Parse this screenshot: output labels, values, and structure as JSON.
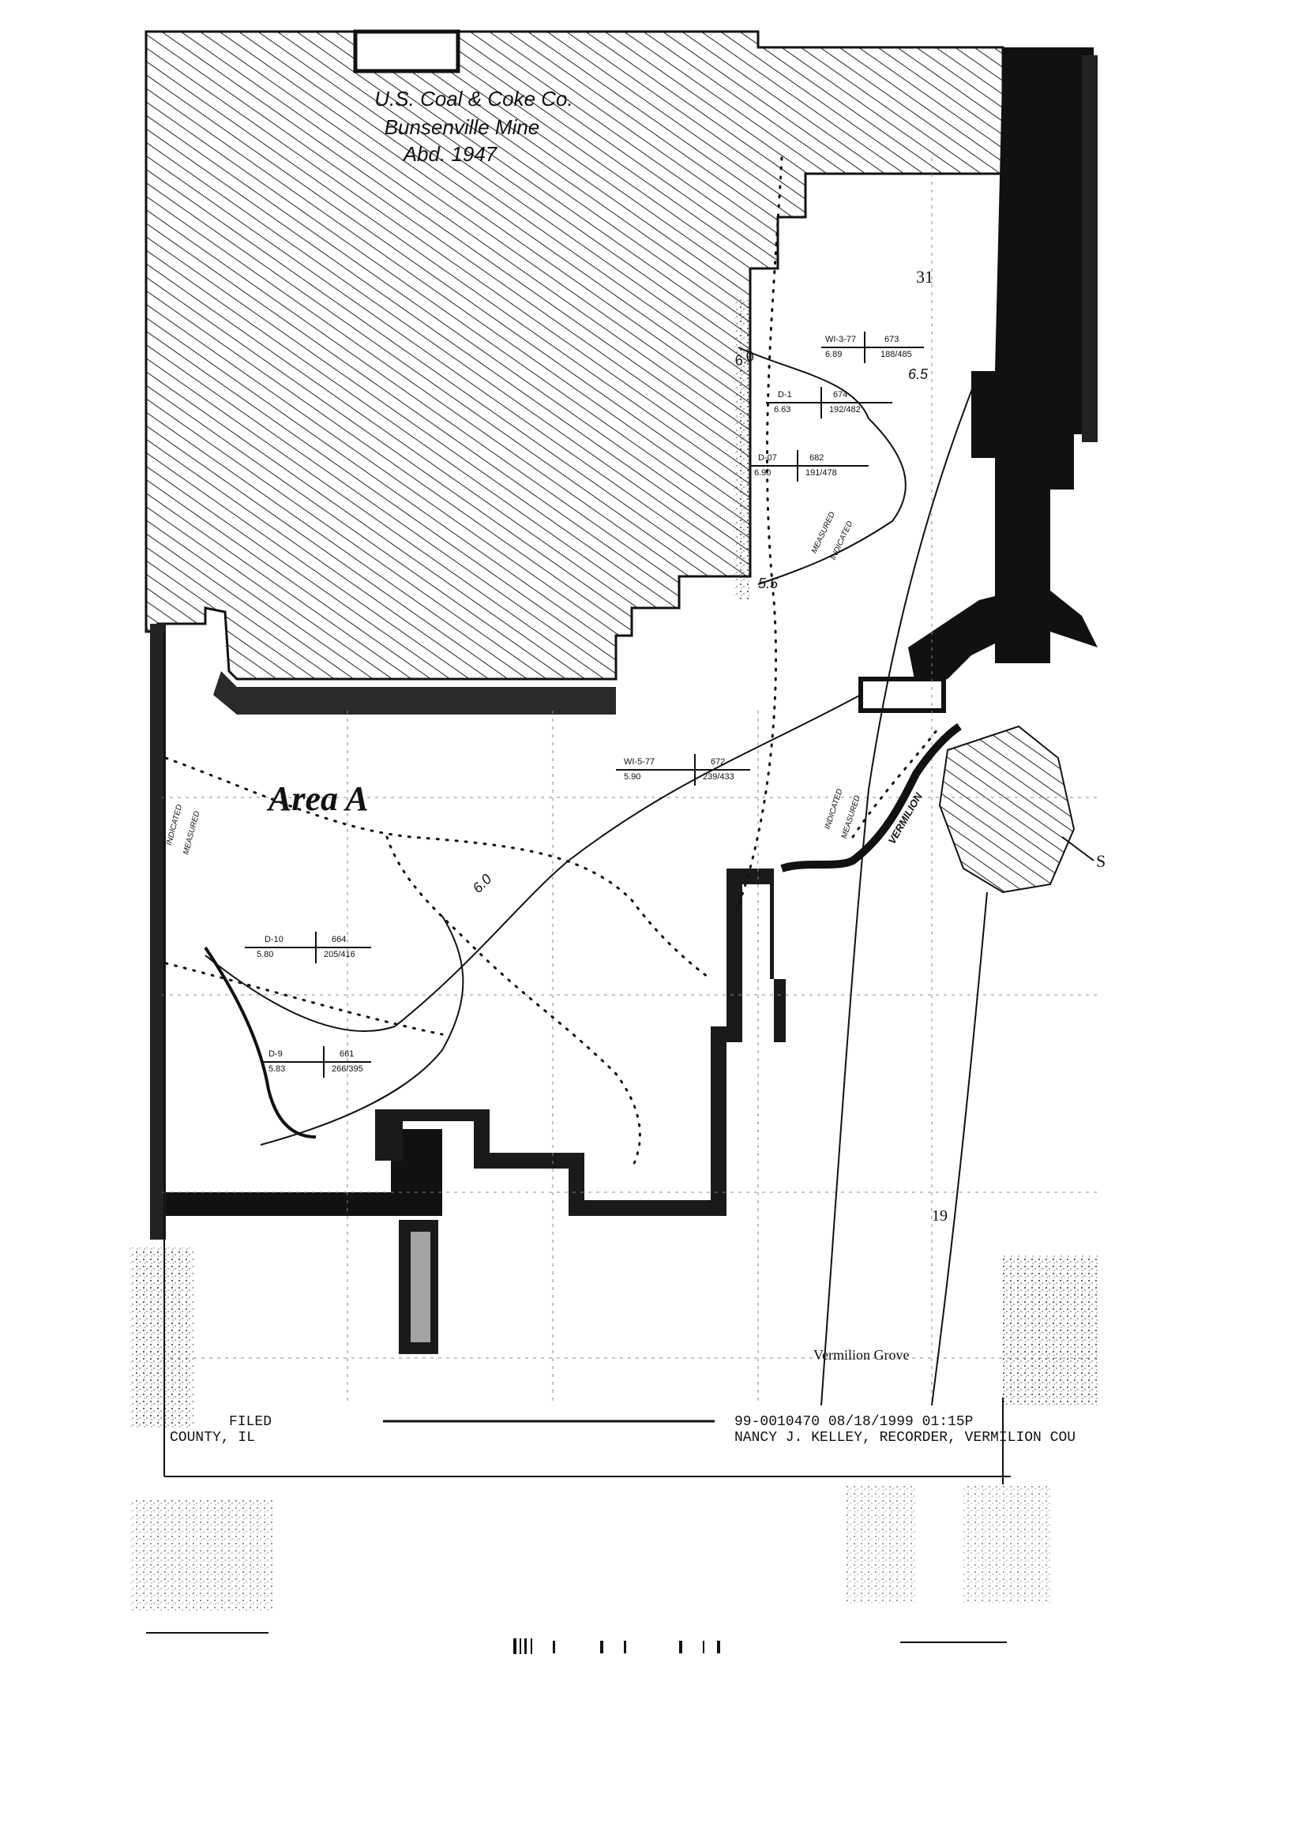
{
  "map": {
    "mine_label": [
      "U.S. Coal & Coke Co.",
      "Bunsenville Mine",
      "Abd. 1947"
    ],
    "area_label": "Area A",
    "contours": [
      "6.0",
      "6.5",
      "5.5",
      "6.0"
    ],
    "zones": [
      "INDICATED",
      "MEASURED"
    ],
    "river_label": "VERMILION",
    "town_label": "Vermilion Grove",
    "section_numbers": [
      "31",
      "19"
    ],
    "edge_letter": "S",
    "drill_holes": [
      {
        "id": "WI-3-77",
        "thickness": "6.89",
        "elev": "673",
        "depth": "188/485"
      },
      {
        "id": "D-1",
        "thickness": "6.63",
        "elev": "674",
        "depth": "192/482"
      },
      {
        "id": "D-07",
        "thickness": "6.90",
        "elev": "682",
        "depth": "191/478"
      },
      {
        "id": "WI-5-77",
        "thickness": "5.90",
        "elev": "672",
        "depth": "239/433"
      },
      {
        "id": "D-10",
        "thickness": "5.80",
        "elev": "664",
        "depth": "205/416"
      },
      {
        "id": "D-9",
        "thickness": "5.83",
        "elev": "661",
        "depth": "266/395"
      }
    ]
  },
  "stamp": {
    "left_line1": "FILED",
    "left_line2": "COUNTY, IL",
    "doc_number": "99-0010470  08/18/1999 01:15P",
    "recorder": "NANCY J. KELLEY, RECORDER, VERMILION COU"
  }
}
